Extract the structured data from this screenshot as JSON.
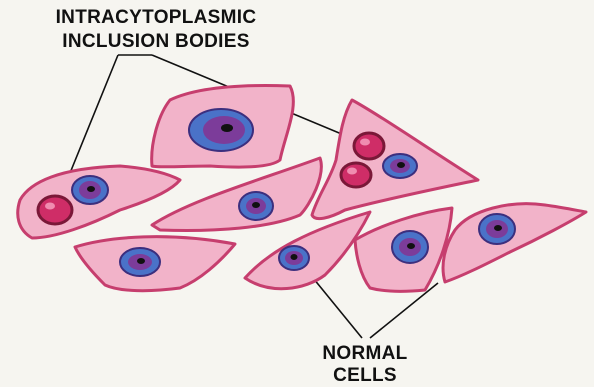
{
  "labels": {
    "inclusion_line1": "INTRACYTOPLASMIC",
    "inclusion_line2": "INCLUSION BODIES",
    "normal_line1": "NORMAL",
    "normal_line2": "CELLS"
  },
  "colors": {
    "background": "#f6f5f0",
    "cytoplasm": "#f2b3c9",
    "membrane": "#c63e6e",
    "nucleus": "#4a72c8",
    "inclusion_body": "#cf2d67"
  }
}
